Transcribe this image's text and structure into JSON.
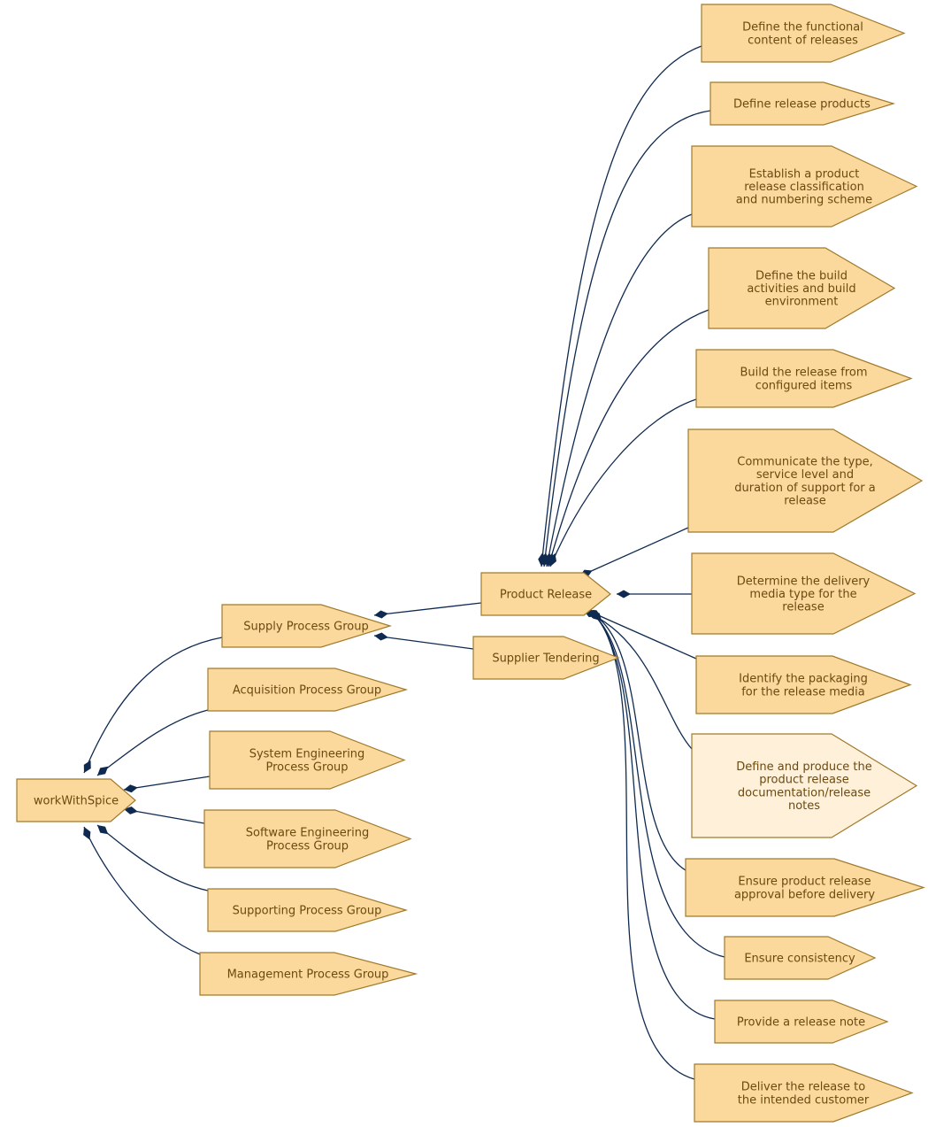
{
  "diagram": {
    "colors": {
      "node_fill": "#fbd99d",
      "node_fill_highlight": "#fff0d9",
      "node_stroke": "#a07a2c",
      "text": "#6b4a10",
      "edge": "#0f2a50"
    },
    "nodes": [
      {
        "id": "workwithspice",
        "lines": [
          "workWithSpice"
        ]
      },
      {
        "id": "supply",
        "lines": [
          "Supply Process Group"
        ]
      },
      {
        "id": "acquisition",
        "lines": [
          "Acquisition Process Group"
        ]
      },
      {
        "id": "syseng",
        "lines": [
          "System Engineering",
          "Process Group"
        ]
      },
      {
        "id": "sweng",
        "lines": [
          "Software Engineering",
          "Process Group"
        ]
      },
      {
        "id": "supporting",
        "lines": [
          "Supporting Process Group"
        ]
      },
      {
        "id": "management",
        "lines": [
          "Management Process Group"
        ]
      },
      {
        "id": "product-release",
        "lines": [
          "Product Release"
        ]
      },
      {
        "id": "supplier-tendering",
        "lines": [
          "Supplier Tendering"
        ]
      },
      {
        "id": "functional-content",
        "lines": [
          "Define the functional",
          "content of releases"
        ]
      },
      {
        "id": "release-products",
        "lines": [
          "Define release products"
        ]
      },
      {
        "id": "classification",
        "lines": [
          "Establish a product",
          "release classification",
          "and numbering scheme"
        ]
      },
      {
        "id": "build-activities",
        "lines": [
          "Define the build",
          "activities and build",
          "environment"
        ]
      },
      {
        "id": "build-release",
        "lines": [
          "Build the release from",
          "configured items"
        ]
      },
      {
        "id": "communicate",
        "lines": [
          "Communicate the type,",
          "service level and",
          "duration of support for a",
          "release"
        ]
      },
      {
        "id": "delivery-media",
        "lines": [
          "Determine the delivery",
          "media type for the",
          "release"
        ]
      },
      {
        "id": "packaging",
        "lines": [
          "Identify the packaging",
          "for the release media"
        ]
      },
      {
        "id": "documentation",
        "lines": [
          "Define and produce the",
          "product release",
          "documentation/release",
          "notes"
        ],
        "highlight": true
      },
      {
        "id": "approval",
        "lines": [
          "Ensure product release",
          "approval before delivery"
        ]
      },
      {
        "id": "consistency",
        "lines": [
          "Ensure consistency"
        ]
      },
      {
        "id": "release-note",
        "lines": [
          "Provide a release note"
        ]
      },
      {
        "id": "deliver",
        "lines": [
          "Deliver the release to",
          "the intended customer"
        ]
      }
    ],
    "edges": [
      {
        "from": "workwithspice",
        "to": "supply"
      },
      {
        "from": "workwithspice",
        "to": "acquisition"
      },
      {
        "from": "workwithspice",
        "to": "syseng"
      },
      {
        "from": "workwithspice",
        "to": "sweng"
      },
      {
        "from": "workwithspice",
        "to": "supporting"
      },
      {
        "from": "workwithspice",
        "to": "management"
      },
      {
        "from": "supply",
        "to": "product-release"
      },
      {
        "from": "supply",
        "to": "supplier-tendering"
      },
      {
        "from": "product-release",
        "to": "functional-content"
      },
      {
        "from": "product-release",
        "to": "release-products"
      },
      {
        "from": "product-release",
        "to": "classification"
      },
      {
        "from": "product-release",
        "to": "build-activities"
      },
      {
        "from": "product-release",
        "to": "build-release"
      },
      {
        "from": "product-release",
        "to": "communicate"
      },
      {
        "from": "product-release",
        "to": "delivery-media"
      },
      {
        "from": "product-release",
        "to": "packaging"
      },
      {
        "from": "product-release",
        "to": "documentation"
      },
      {
        "from": "product-release",
        "to": "approval"
      },
      {
        "from": "product-release",
        "to": "consistency"
      },
      {
        "from": "product-release",
        "to": "release-note"
      },
      {
        "from": "product-release",
        "to": "deliver"
      }
    ]
  }
}
